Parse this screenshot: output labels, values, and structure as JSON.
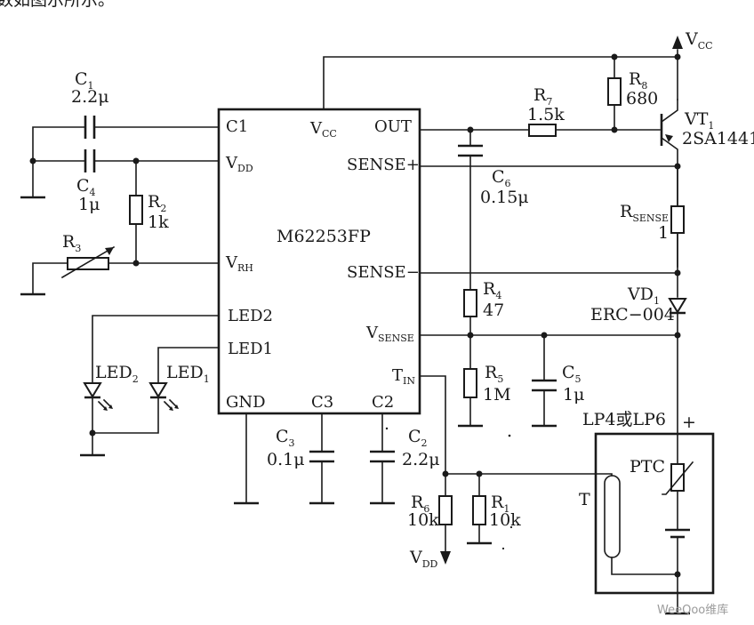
{
  "header_fragment": "数如图示所示。",
  "ic": {
    "part_number": "M62253FP",
    "pins": {
      "c1": "C1",
      "vcc": [
        "V",
        "CC"
      ],
      "out": "OUT",
      "vdd": [
        "V",
        "DD"
      ],
      "sense_plus": "SENSE+",
      "vrh": [
        "V",
        "RH"
      ],
      "sense_minus": "SENSE−",
      "led2": "LED2",
      "led1": "LED1",
      "vsense": [
        "V",
        "SENSE"
      ],
      "tin": [
        "T",
        "IN"
      ],
      "gnd": "GND",
      "c3": "C3",
      "c2": "C2"
    }
  },
  "components": {
    "c1": {
      "name": [
        "C",
        "1"
      ],
      "value": "2.2μ"
    },
    "c4": {
      "name": [
        "C",
        "4"
      ],
      "value": "1μ"
    },
    "r2": {
      "name": [
        "R",
        "2"
      ],
      "value": "1k"
    },
    "r3": {
      "name": [
        "R",
        "3"
      ]
    },
    "led2": {
      "name": [
        "LED",
        "2"
      ]
    },
    "led1": {
      "name": [
        "LED",
        "1"
      ]
    },
    "c3": {
      "name": [
        "C",
        "3"
      ],
      "value": "0.1μ"
    },
    "c2": {
      "name": [
        "C",
        "2"
      ],
      "value": "2.2μ"
    },
    "r6": {
      "name": [
        "R",
        "6"
      ],
      "value": "10k"
    },
    "r1": {
      "name": [
        "R",
        "1"
      ],
      "value": "10k"
    },
    "vdd_arrow": [
      "V",
      "DD"
    ],
    "c6": {
      "name": [
        "C",
        "6"
      ],
      "value": "0.15μ"
    },
    "r7": {
      "name": [
        "R",
        "7"
      ],
      "value": "1.5k"
    },
    "r8": {
      "name": [
        "R",
        "8"
      ],
      "value": "680"
    },
    "vt1": {
      "name": [
        "VT",
        "1"
      ],
      "value": "2SA1441"
    },
    "vcc_supply": [
      "V",
      "CC"
    ],
    "rsense": {
      "name": [
        "R",
        "SENSE"
      ],
      "value": "1"
    },
    "vd1": {
      "name": [
        "VD",
        "1"
      ],
      "value": "ERC−004"
    },
    "r4": {
      "name": [
        "R",
        "4"
      ],
      "value": "47"
    },
    "r5": {
      "name": [
        "R",
        "5"
      ],
      "value": "1M"
    },
    "c5": {
      "name": [
        "C",
        "5"
      ],
      "value": "1μ"
    },
    "battery_pack": {
      "name": "LP4或LP6",
      "plus": "+"
    },
    "ptc": {
      "name": "PTC"
    },
    "thermistor": {
      "name": "T"
    }
  },
  "watermark": {
    "brand": "WeeQoo",
    "suffix": "维库"
  }
}
